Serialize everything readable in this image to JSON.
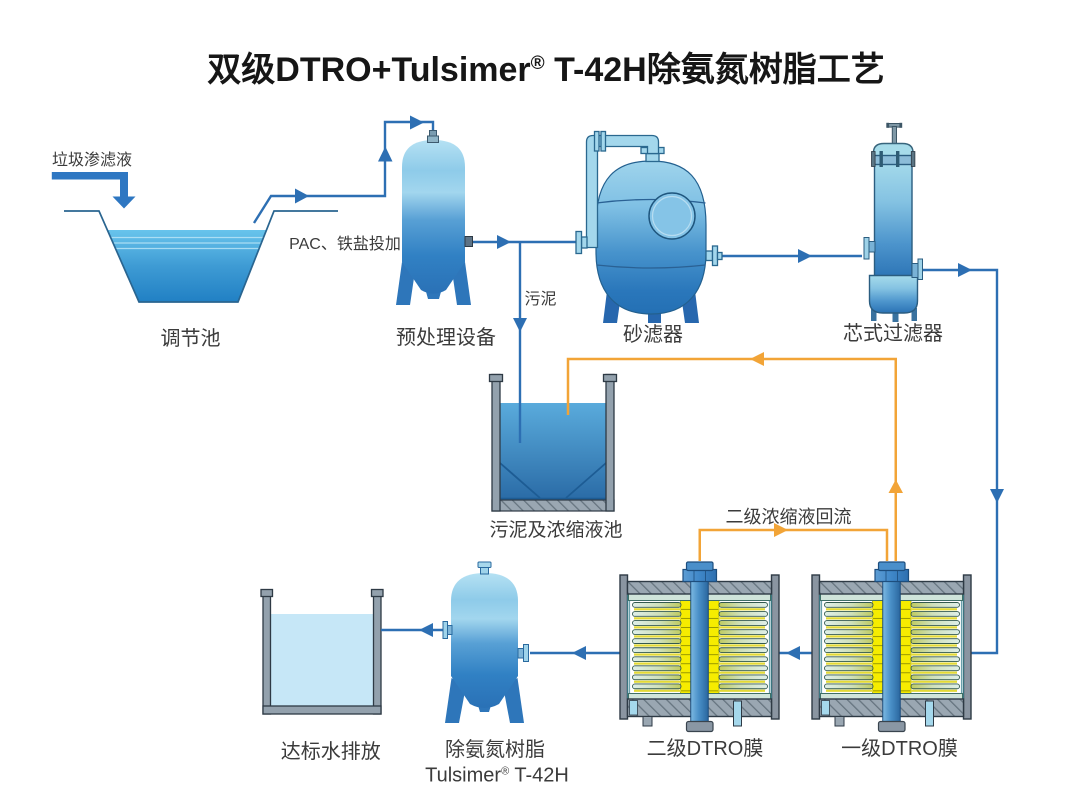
{
  "title": {
    "part1": "双级DTRO+Tulsimer",
    "sup": "®",
    "part2": " T-42H除氨氮树脂工艺"
  },
  "labels": {
    "inflow": "垃圾渗滤液",
    "regulation_pool": "调节池",
    "dosing": "PAC、铁盐投加",
    "pretreatment": "预处理设备",
    "sludge": "污泥",
    "sand_filter": "砂滤器",
    "cartridge_filter": "芯式过滤器",
    "sludge_pool": "污泥及浓缩液池",
    "recycle": "二级浓缩液回流",
    "dtro_stage2": "二级DTRO膜",
    "dtro_stage1": "一级DTRO膜",
    "resin_name": "除氨氮树脂",
    "resin_brand_part1": "Tulsimer",
    "resin_brand_sup": "®",
    "resin_brand_part2": " T-42H",
    "discharge": "达标水排放"
  },
  "colors": {
    "title": "#161616",
    "label": "#3b3b3b",
    "flow_line": "#2d6fb3",
    "recycle_line": "#f2a437",
    "inflow_arrow": "#2e77c2",
    "membrane_yellow": "#f6ec00",
    "water_light": "#c6e7f7",
    "casing_gray": "#93a1ad",
    "tank_top": "#b5e1f3",
    "tank_bottom": "#2a71b6"
  }
}
